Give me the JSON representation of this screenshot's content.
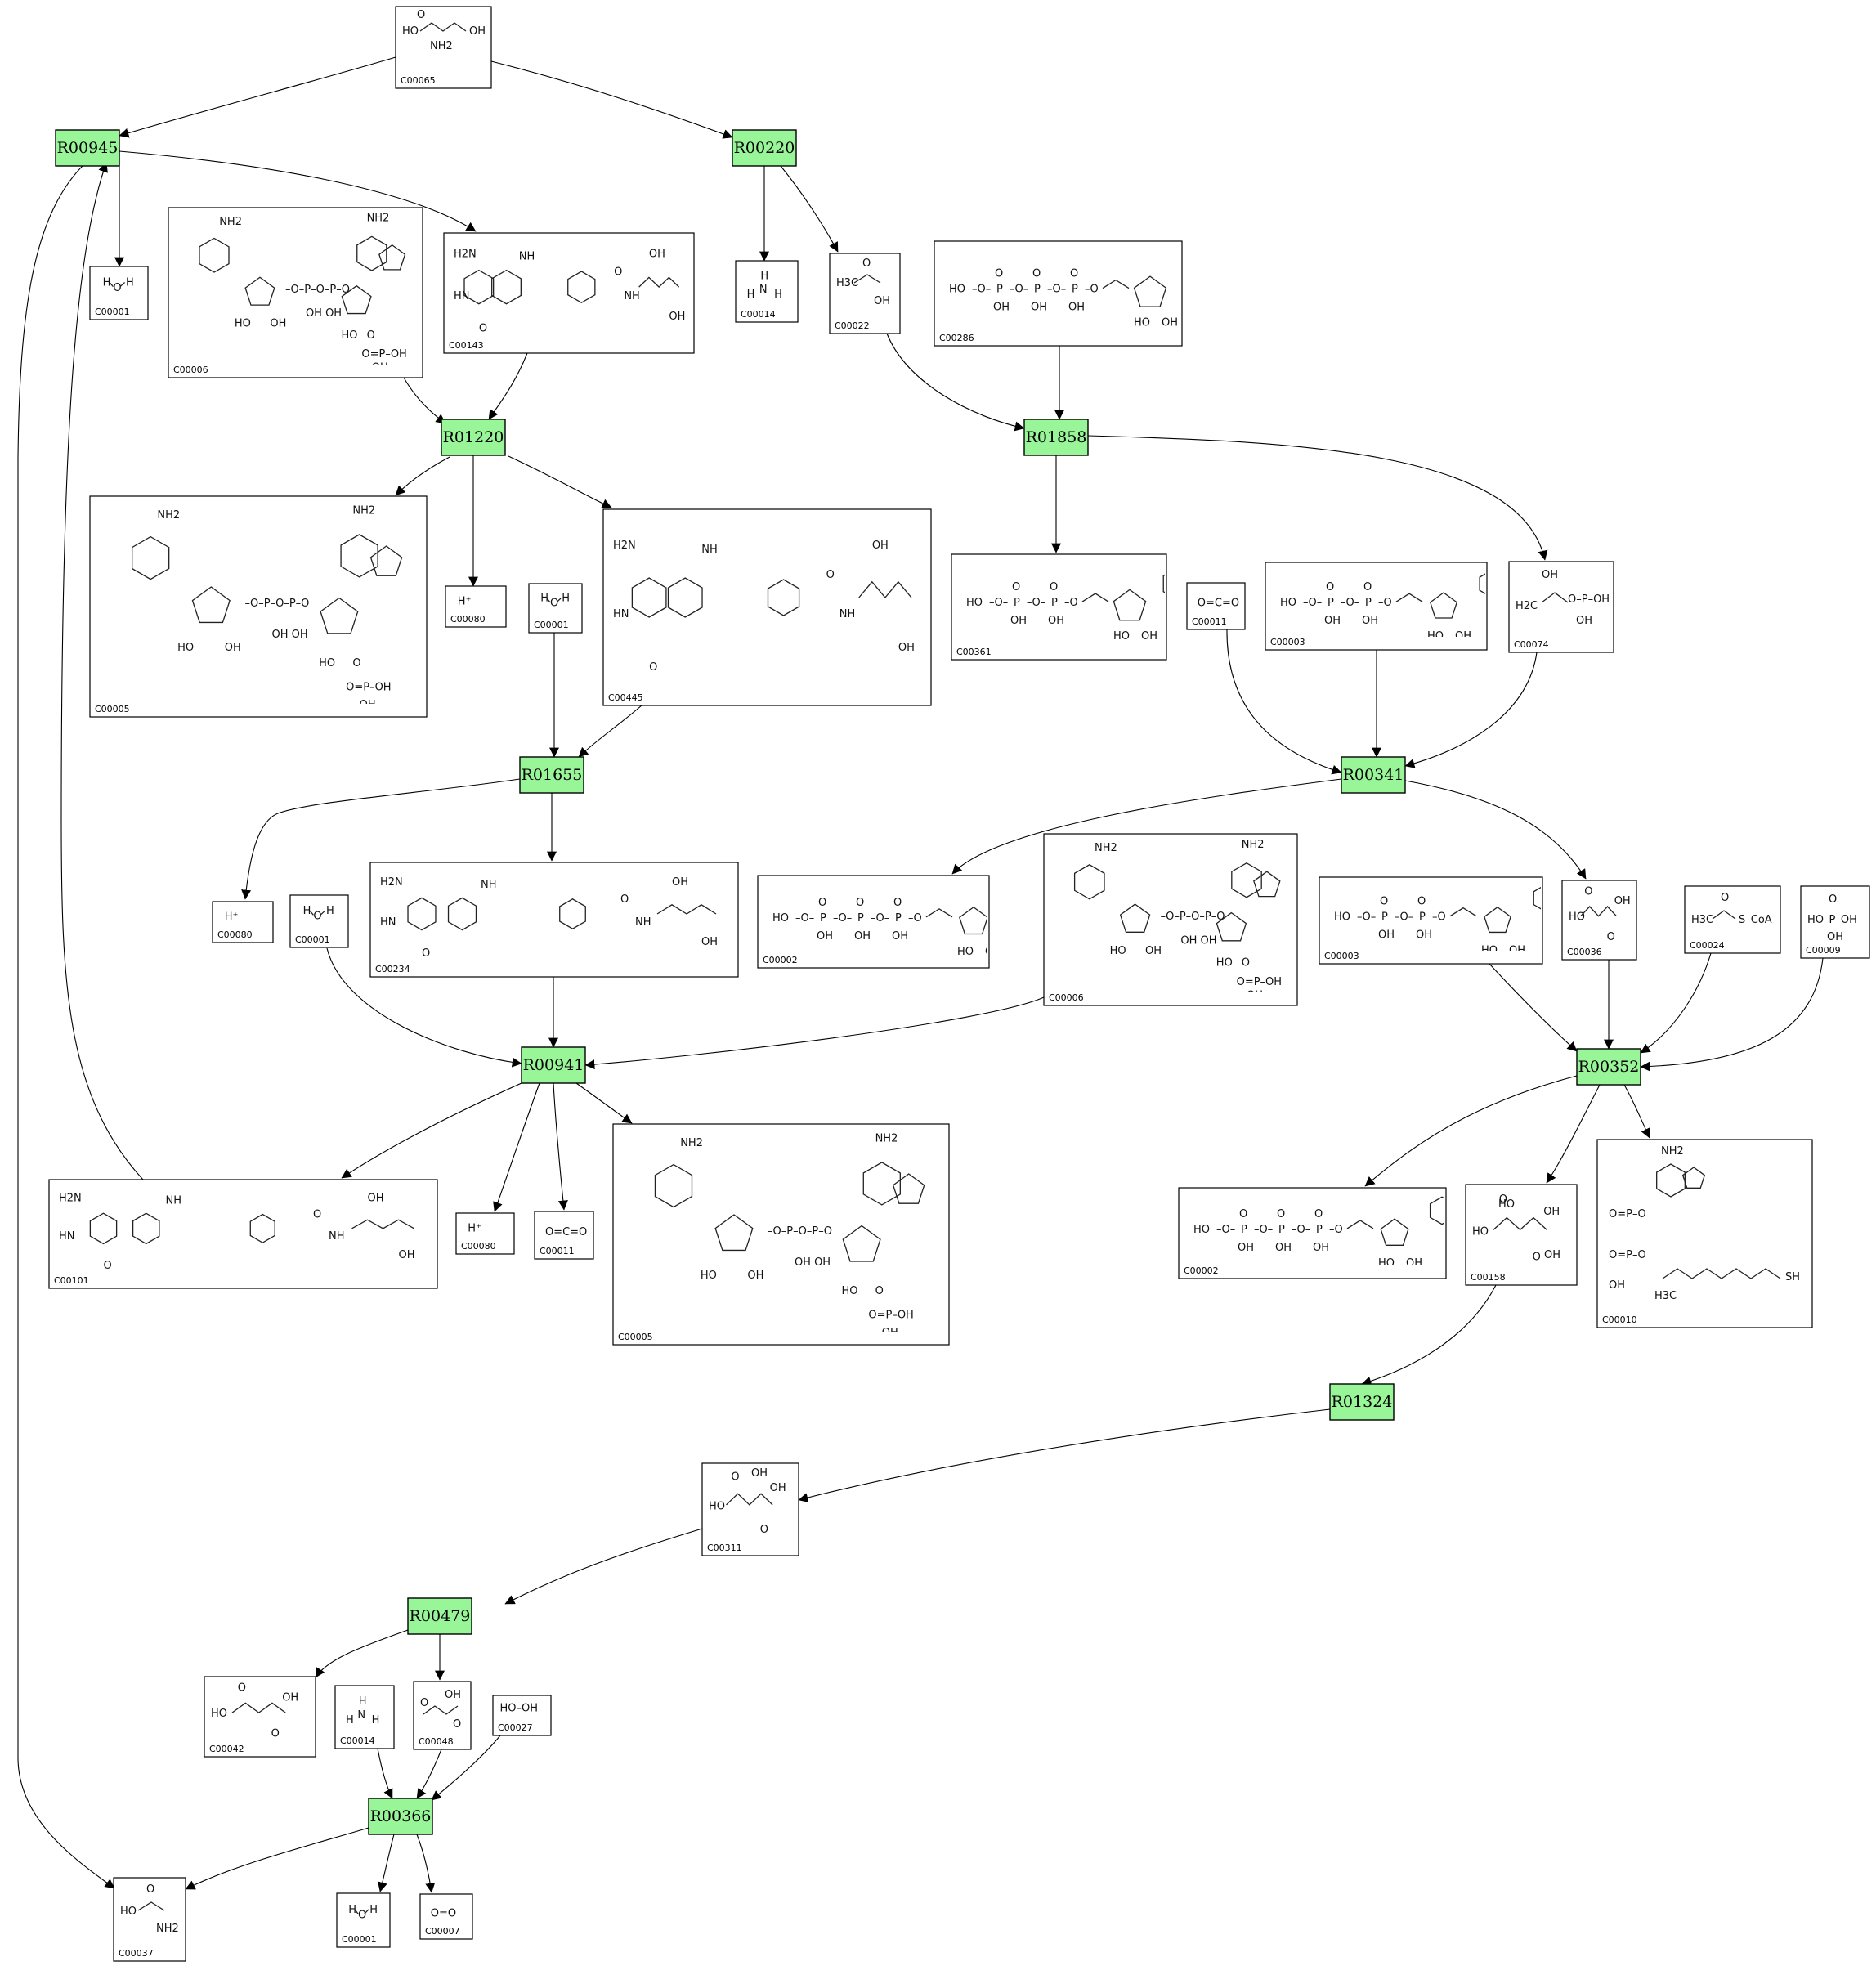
{
  "reactions": [
    {
      "id": "R00945",
      "label": "R00945"
    },
    {
      "id": "R00220",
      "label": "R00220"
    },
    {
      "id": "R01220",
      "label": "R01220"
    },
    {
      "id": "R01858",
      "label": "R01858"
    },
    {
      "id": "R01655",
      "label": "R01655"
    },
    {
      "id": "R00341",
      "label": "R00341"
    },
    {
      "id": "R00941",
      "label": "R00941"
    },
    {
      "id": "R00352",
      "label": "R00352"
    },
    {
      "id": "R01324",
      "label": "R01324"
    },
    {
      "id": "R00479",
      "label": "R00479"
    },
    {
      "id": "R00366",
      "label": "R00366"
    }
  ],
  "compounds": [
    {
      "key": "c00065",
      "id": "C00065"
    },
    {
      "key": "c00001a",
      "id": "C00001"
    },
    {
      "key": "c00006a",
      "id": "C00006"
    },
    {
      "key": "c00143",
      "id": "C00143"
    },
    {
      "key": "c00014a",
      "id": "C00014"
    },
    {
      "key": "c00022",
      "id": "C00022"
    },
    {
      "key": "c00286",
      "id": "C00286"
    },
    {
      "key": "c00005a",
      "id": "C00005"
    },
    {
      "key": "c00080a",
      "id": "C00080"
    },
    {
      "key": "c00001b",
      "id": "C00001"
    },
    {
      "key": "c00445",
      "id": "C00445"
    },
    {
      "key": "c00361",
      "id": "C00361"
    },
    {
      "key": "c00011a",
      "id": "C00011"
    },
    {
      "key": "c00003a",
      "id": "C00003"
    },
    {
      "key": "c00074",
      "id": "C00074"
    },
    {
      "key": "c00080b",
      "id": "C00080"
    },
    {
      "key": "c00001c",
      "id": "C00001"
    },
    {
      "key": "c00234",
      "id": "C00234"
    },
    {
      "key": "c00002a",
      "id": "C00002"
    },
    {
      "key": "c00006b",
      "id": "C00006"
    },
    {
      "key": "c00003b",
      "id": "C00003"
    },
    {
      "key": "c00036",
      "id": "C00036"
    },
    {
      "key": "c00024",
      "id": "C00024"
    },
    {
      "key": "c00009",
      "id": "C00009"
    },
    {
      "key": "c00101",
      "id": "C00101"
    },
    {
      "key": "c00080c",
      "id": "C00080"
    },
    {
      "key": "c00011b",
      "id": "C00011"
    },
    {
      "key": "c00005b",
      "id": "C00005"
    },
    {
      "key": "c00002b",
      "id": "C00002"
    },
    {
      "key": "c00158",
      "id": "C00158"
    },
    {
      "key": "c00010",
      "id": "C00010"
    },
    {
      "key": "c00311",
      "id": "C00311"
    },
    {
      "key": "c00042",
      "id": "C00042"
    },
    {
      "key": "c00014b",
      "id": "C00014"
    },
    {
      "key": "c00048",
      "id": "C00048"
    },
    {
      "key": "c00027",
      "id": "C00027"
    },
    {
      "key": "c00037",
      "id": "C00037"
    },
    {
      "key": "c00001d",
      "id": "C00001"
    },
    {
      "key": "c00007",
      "id": "C00007"
    }
  ],
  "labels": {
    "h2o": [
      "H",
      "O",
      "H"
    ],
    "h_plus": "H⁺",
    "co2": "O=C=O",
    "nh3": [
      "H",
      "N",
      "H",
      "H"
    ],
    "o2": "O=O",
    "h2o2": "HO–OH",
    "oh": "OH",
    "ho": "HO",
    "nh2": "NH2",
    "h2n": "H2N",
    "o": "O",
    "n": "N",
    "p": "P",
    "coa": "S–CoA",
    "h3c": "H3C",
    "sh": "SH",
    "hn": "HN",
    "nh": "NH",
    "h": "H"
  },
  "colors": {
    "reaction_fill": "#98f598",
    "edge": "#000000",
    "box": "#000000"
  }
}
